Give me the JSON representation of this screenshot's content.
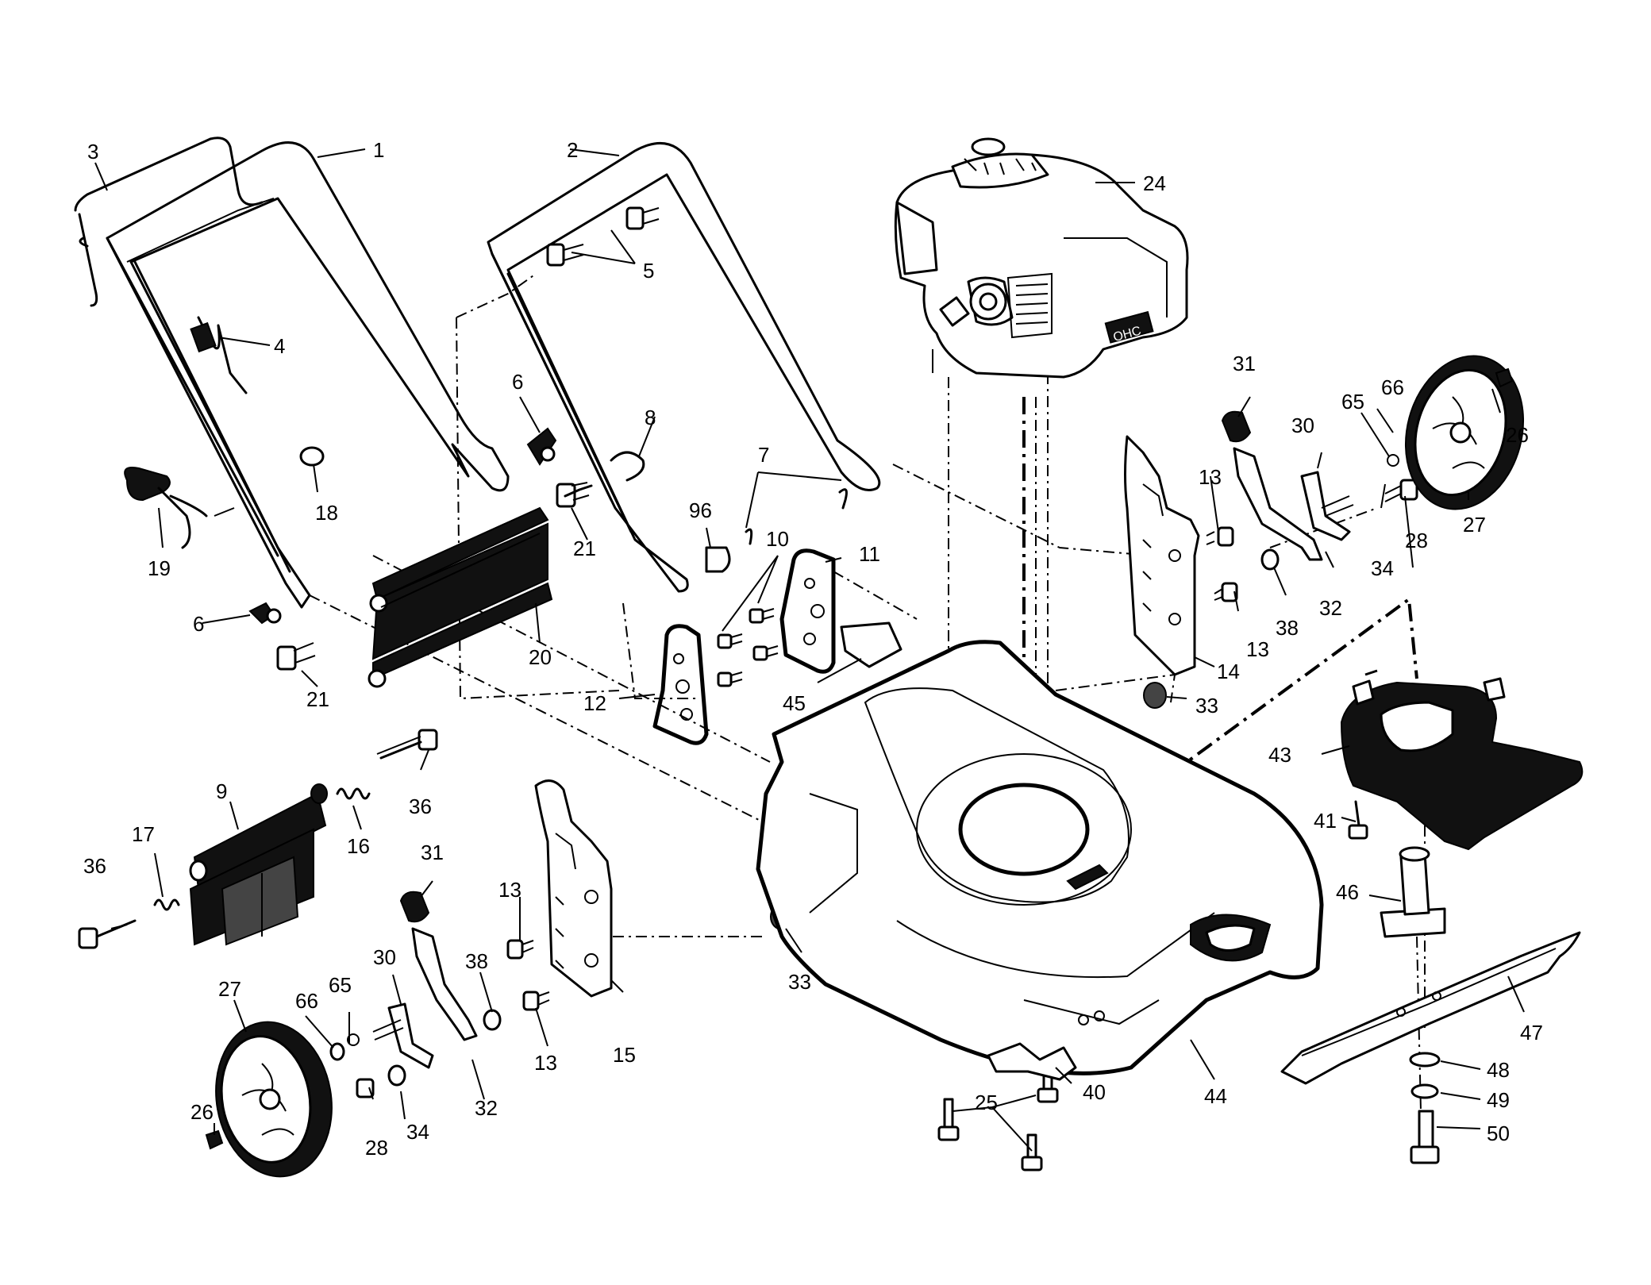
{
  "labels": [
    {
      "text": "1"
    },
    {
      "text": "2"
    },
    {
      "text": "3"
    },
    {
      "text": "4"
    },
    {
      "text": "5"
    },
    {
      "text": "6"
    },
    {
      "text": "6"
    },
    {
      "text": "7"
    },
    {
      "text": "8"
    },
    {
      "text": "9"
    },
    {
      "text": "10"
    },
    {
      "text": "11"
    },
    {
      "text": "12"
    },
    {
      "text": "13"
    },
    {
      "text": "13"
    },
    {
      "text": "13"
    },
    {
      "text": "13"
    },
    {
      "text": "14"
    },
    {
      "text": "15"
    },
    {
      "text": "16"
    },
    {
      "text": "17"
    },
    {
      "text": "18"
    },
    {
      "text": "19"
    },
    {
      "text": "20"
    },
    {
      "text": "21"
    },
    {
      "text": "21"
    },
    {
      "text": "24"
    },
    {
      "text": "25"
    },
    {
      "text": "26"
    },
    {
      "text": "26"
    },
    {
      "text": "27"
    },
    {
      "text": "27"
    },
    {
      "text": "28"
    },
    {
      "text": "28"
    },
    {
      "text": "30"
    },
    {
      "text": "30"
    },
    {
      "text": "31"
    },
    {
      "text": "31"
    },
    {
      "text": "32"
    },
    {
      "text": "32"
    },
    {
      "text": "33"
    },
    {
      "text": "33"
    },
    {
      "text": "34"
    },
    {
      "text": "34"
    },
    {
      "text": "36"
    },
    {
      "text": "36"
    },
    {
      "text": "38"
    },
    {
      "text": "38"
    },
    {
      "text": "40"
    },
    {
      "text": "41"
    },
    {
      "text": "43"
    },
    {
      "text": "44"
    },
    {
      "text": "45"
    },
    {
      "text": "46"
    },
    {
      "text": "47"
    },
    {
      "text": "48"
    },
    {
      "text": "49"
    },
    {
      "text": "50"
    },
    {
      "text": "65"
    },
    {
      "text": "65"
    },
    {
      "text": "66"
    },
    {
      "text": "66"
    },
    {
      "text": "96"
    }
  ],
  "engine_badge": "OHC"
}
